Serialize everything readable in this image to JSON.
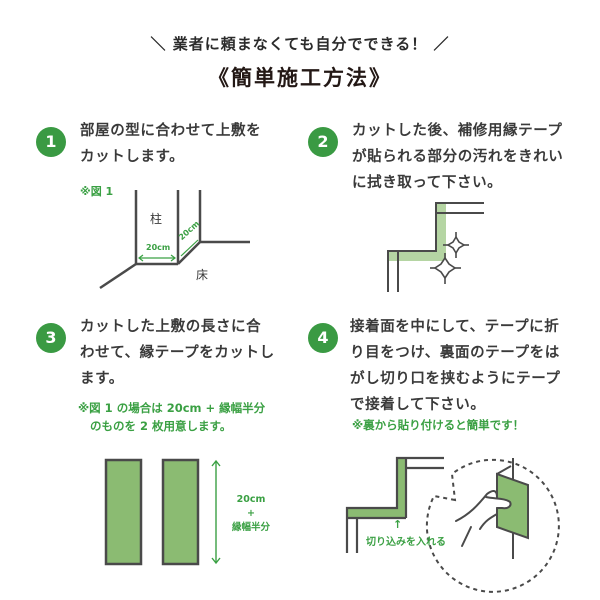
{
  "header": {
    "subtitle_left_mark": "＼",
    "subtitle": "業者に頼まなくても自分でできる！",
    "subtitle_right_mark": "／",
    "title": "《簡単施工方法》"
  },
  "colors": {
    "accent_green": "#3a9a43",
    "note_green": "#3aa043",
    "tape_green": "#8bbb72",
    "tape_light_green": "#b5d5a3",
    "line_dark": "#4a4a4a"
  },
  "steps": [
    {
      "number": "1",
      "lines": [
        "部屋の型に合わせて上敷を",
        "カットします。"
      ],
      "figure": {
        "label": "※図 1",
        "pillar_label": "柱",
        "floor_label": "床",
        "width_label": "20cm",
        "depth_label": "20cm"
      }
    },
    {
      "number": "2",
      "lines": [
        "カットした後、補修用縁テープ",
        "が貼られる部分の汚れをきれい",
        "に拭き取って下さい。"
      ],
      "figure": {
        "icons": [
          "sparkle-icon",
          "sparkle-icon"
        ]
      }
    },
    {
      "number": "3",
      "lines": [
        "カットした上敷の長さに合",
        "わせて、縁テープをカットし",
        "ます。"
      ],
      "note_lines": [
        "※図 1 の場合は 20cm + 縁幅半分",
        "のものを 2 枚用意します。"
      ],
      "figure": {
        "dimension_line1": "20cm",
        "dimension_line2": "+",
        "dimension_line3": "縁幅半分"
      }
    },
    {
      "number": "4",
      "lines": [
        "接着面を中にして、テープに折",
        "り目をつけ、裏面のテープをは",
        "がし切り口を挟むようにテープ",
        "で接着して下さい。"
      ],
      "note": "※裏から貼り付けると簡単です！",
      "figure": {
        "arrow": "↑",
        "cut_label": "切り込みを入れる"
      }
    }
  ]
}
